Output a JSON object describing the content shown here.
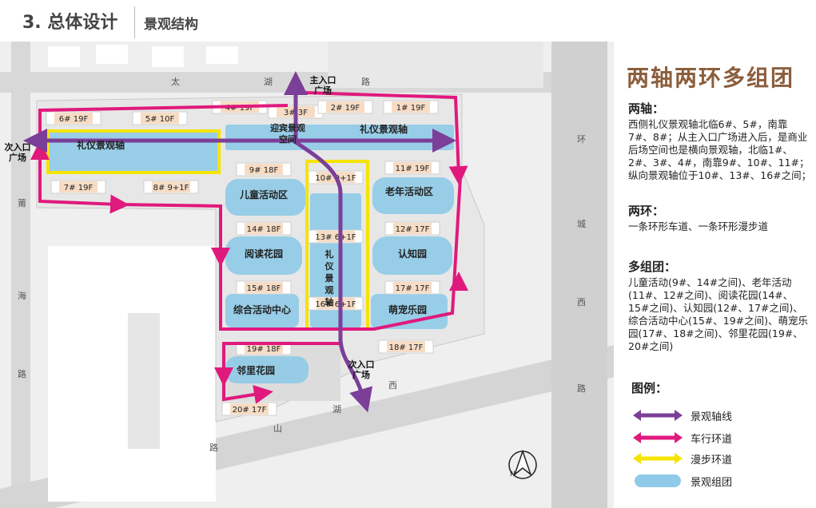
{
  "header": {
    "section": "3. 总体设计",
    "subsection": "景观结构"
  },
  "map": {
    "roads": {
      "north": [
        "太",
        "湖",
        "路"
      ],
      "west": [
        "莆",
        "海",
        "路"
      ],
      "south": [
        "西",
        "湖",
        "山",
        "路"
      ],
      "east": [
        "环",
        "城",
        "西",
        "路"
      ]
    },
    "buildings": [
      "6# 19F",
      "5# 10F",
      "4# 19F",
      "3# 3F",
      "2# 19F",
      "1# 19F",
      "7# 19F",
      "8# 9+1F",
      "9# 18F",
      "10# 9+1F",
      "11# 19F",
      "14# 18F",
      "13# 6+1F",
      "12# 17F",
      "15# 18F",
      "16# 6+1F",
      "17# 17F",
      "19# 18F",
      "18# 17F",
      "20# 17F"
    ],
    "zones": [
      "礼仪景观轴",
      "礼仪景观轴",
      "迎宾景观空间",
      "儿童活动区",
      "老年活动区",
      "阅读花园",
      "认知园",
      "综合活动中心",
      "萌宠乐园",
      "邻里花园",
      "礼仪景观轴"
    ],
    "entrances": {
      "main": "主入口广场",
      "west": "次入口广场",
      "south": "次入口广场"
    },
    "north_mark": "N"
  },
  "panel": {
    "title": "两轴两环多组团",
    "axes_head": "两轴：",
    "axes_text": "西侧礼仪景观轴北临6#、5#，南靠7#、8#；从主入口广场进入后，是商业后场空间也是横向景观轴，北临1#、2#、3#、4#，南靠9#、10#、11#；纵向景观轴位于10#、13#、16#之间；",
    "rings_head": "两环：",
    "rings_text": "一条环形车道、一条环形漫步道",
    "groups_head": "多组团：",
    "groups_text": "儿童活动(9#、14#之间)、老年活动(11#、12#之间)、阅读花园(14#、15#之间)、认知园(12#、17#之间)、综合活动中心(15#、19#之间)、萌宠乐园(17#、18#之间)、邻里花园(19#、20#之间)",
    "legend_title": "图例：",
    "legend": [
      "景观轴线",
      "车行环道",
      "漫步环道",
      "景观组团"
    ]
  },
  "colors": {
    "axis": "#7b3f98",
    "road_loop": "#e0197d",
    "walk_loop": "#f5e400",
    "group": "#8fcbe8",
    "title": "#8b5e3c"
  }
}
